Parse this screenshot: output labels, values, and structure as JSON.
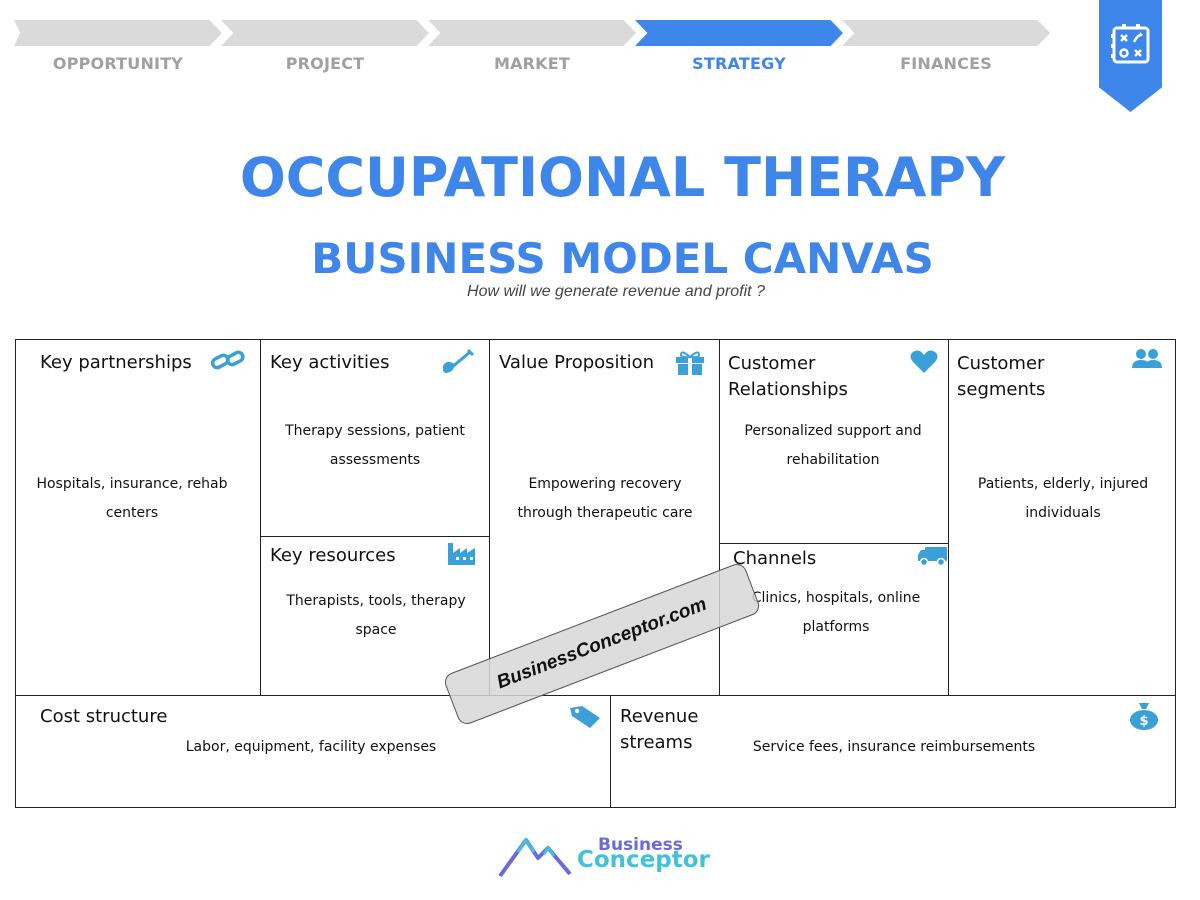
{
  "steps": [
    {
      "label": "OPPORTUNITY",
      "active": false
    },
    {
      "label": "PROJECT",
      "active": false
    },
    {
      "label": "MARKET",
      "active": false
    },
    {
      "label": "STRATEGY",
      "active": true
    },
    {
      "label": "FINANCES",
      "active": false
    }
  ],
  "bookmark_icon": "strategy-board-icon",
  "title": "OCCUPATIONAL THERAPY",
  "subtitle_heading": "BUSINESS MODEL CANVAS",
  "tagline": "How will we generate revenue and profit ?",
  "canvas": {
    "key_partnerships": {
      "title": "Key partnerships",
      "text": "Hospitals, insurance, rehab centers",
      "icon": "link-icon"
    },
    "key_activities": {
      "title": "Key activities",
      "text": "Therapy sessions, patient assessments",
      "icon": "shovel-icon"
    },
    "key_resources": {
      "title": "Key resources",
      "text": "Therapists, tools, therapy space",
      "icon": "factory-icon"
    },
    "value_proposition": {
      "title": "Value Proposition",
      "text": "Empowering recovery through therapeutic care",
      "icon": "gift-icon"
    },
    "customer_relationships": {
      "title": "Customer Relationships",
      "text": "Personalized support and rehabilitation",
      "icon": "heart-icon"
    },
    "channels": {
      "title": "Channels",
      "text": "Clinics, hospitals, online platforms",
      "icon": "truck-icon"
    },
    "customer_segments": {
      "title": "Customer segments",
      "text": "Patients, elderly, injured individuals",
      "icon": "users-icon"
    },
    "cost_structure": {
      "title": "Cost structure",
      "text": "Labor, equipment, facility expenses",
      "icon": "tag-icon"
    },
    "revenue_streams": {
      "title": "Revenue streams",
      "text": "Service fees, insurance reimbursements",
      "icon": "money-bag-icon"
    }
  },
  "watermark": "BusinessConceptor.com",
  "logo": {
    "line1": "Business",
    "line2": "Conceptor"
  },
  "colors": {
    "accent": "#3f86ea",
    "inactive_step": "#dadada",
    "icon": "#3aa0d8",
    "logo_purple": "#6b6bd8",
    "logo_cyan": "#41c2d8"
  }
}
